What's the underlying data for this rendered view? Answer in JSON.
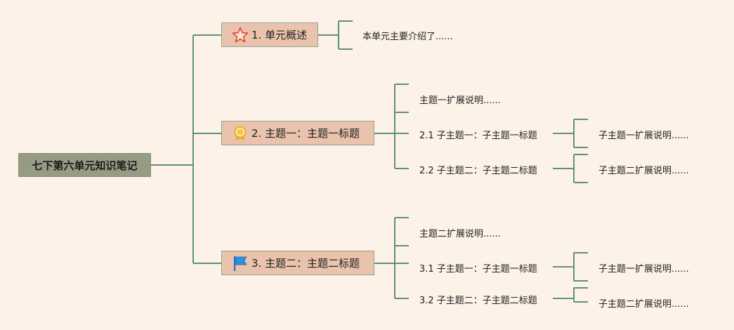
{
  "root": {
    "title": "七下第六单元知识笔记"
  },
  "topics": [
    {
      "label": "1. 单元概述",
      "icon": "star-icon",
      "details": [
        "本单元主要介绍了......"
      ],
      "subtopics": []
    },
    {
      "label": "2. 主题一：主题一标题",
      "icon": "award-badge-icon",
      "details": [
        "主题一扩展说明......"
      ],
      "subtopics": [
        {
          "label": "2.1 子主题一：子主题一标题",
          "note": "子主题一扩展说明......"
        },
        {
          "label": "2.2 子主题二：子主题二标题",
          "note": "子主题二扩展说明......"
        }
      ]
    },
    {
      "label": "3. 主题二：主题二标题",
      "icon": "blue-flag-icon",
      "details": [
        "主题二扩展说明......"
      ],
      "subtopics": [
        {
          "label": "3.1 子主题一：子主题一标题",
          "note": "子主题一扩展说明......"
        },
        {
          "label": "3.2 子主题二：子主题二标题",
          "note": "子主题二扩展说明......"
        }
      ]
    }
  ],
  "colors": {
    "background": "#fdf2e8",
    "root_fill": "#969c83",
    "topic_fill": "#e9c3ad",
    "connector": "#5f907f"
  }
}
